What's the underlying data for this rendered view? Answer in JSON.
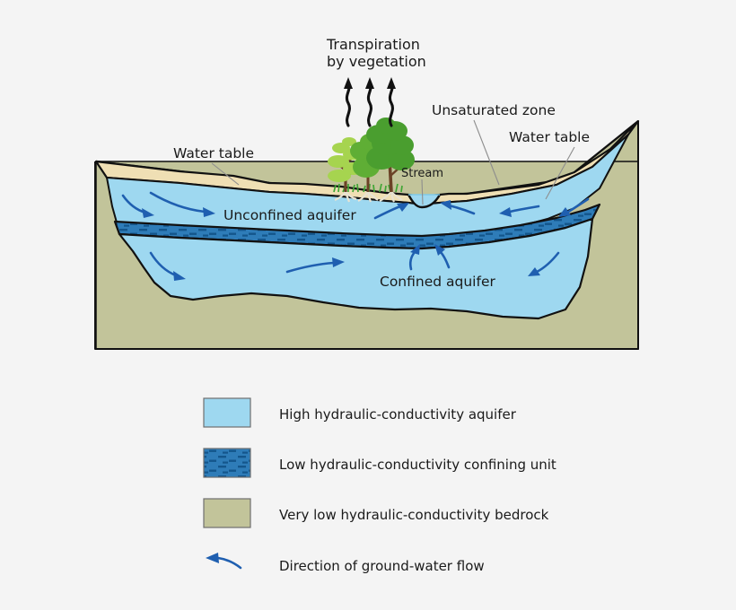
{
  "figure": {
    "background_color": "#f4f4f4",
    "title_annotation": "Transpiration\nby vegetation"
  },
  "annotations": {
    "transpiration_line1": "Transpiration",
    "transpiration_line2": "by vegetation",
    "water_table_left": "Water table",
    "water_table_right": "Water table",
    "unsaturated_zone": "Unsaturated zone",
    "stream": "Stream",
    "unconfined_aquifer": "Unconfined aquifer",
    "confined_aquifer": "Confined aquifer"
  },
  "colors": {
    "aquifer": "#9ed8f0",
    "confining_unit": "#2e7cb8",
    "confining_dash": "#14568c",
    "bedrock": "#c2c49a",
    "unsaturated_zone": "#efdfb4",
    "flow_arrow": "#1f5fb0",
    "outline": "#000000",
    "tree_foliage_light": "#8cc63f",
    "tree_foliage_mid": "#5fae35",
    "tree_foliage_dark": "#4a9e2f",
    "tree_trunk": "#6b4226",
    "grass": "#3fa534",
    "root": "#e8e3d2",
    "leader": "#8d8d8d",
    "text": "#1a1a1a"
  },
  "legend": {
    "items": [
      {
        "id": "aquifer",
        "label": "High hydraulic-conductivity aquifer",
        "swatch_type": "solid",
        "swatch_color": "#9ed8f0"
      },
      {
        "id": "confining-unit",
        "label": "Low hydraulic-conductivity confining unit",
        "swatch_type": "dashed-texture",
        "swatch_color": "#2e7cb8"
      },
      {
        "id": "bedrock",
        "label": "Very low hydraulic-conductivity bedrock",
        "swatch_type": "solid",
        "swatch_color": "#c2c49a"
      },
      {
        "id": "flow-direction",
        "label": "Direction of ground-water flow",
        "swatch_type": "arrow",
        "swatch_color": "#1f5fb0"
      }
    ]
  },
  "diagram": {
    "layers": [
      {
        "name": "unsaturated-zone",
        "color": "#efdfb4"
      },
      {
        "name": "unconfined-aquifer",
        "color": "#9ed8f0"
      },
      {
        "name": "confining-unit",
        "color": "#2e7cb8"
      },
      {
        "name": "confined-aquifer",
        "color": "#9ed8f0"
      },
      {
        "name": "bedrock",
        "color": "#c2c49a"
      }
    ],
    "features": [
      "transpiration-arrows",
      "vegetation",
      "stream",
      "ground-water-flow-arrows"
    ],
    "vegetation_count": 3,
    "transpiration_arrow_count": 3
  }
}
